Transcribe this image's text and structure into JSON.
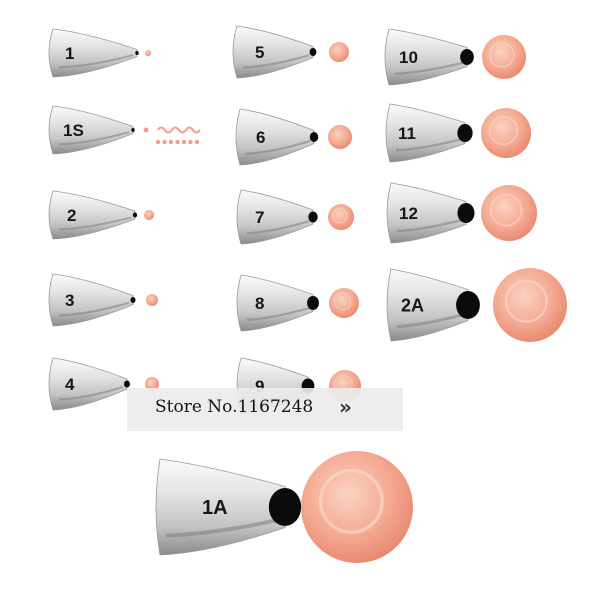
{
  "colors": {
    "metal_light": "#f2f2f2",
    "metal_mid": "#c9c9c9",
    "metal_dark": "#8c8c8c",
    "frosting_light": "#f9c7b4",
    "frosting_dark": "#ec9079",
    "opening": "#0b0b0b",
    "banner_bg": "#ececec"
  },
  "tips": [
    {
      "label": "1",
      "dot": "sm"
    },
    {
      "label": "1S",
      "dot": "squiggle"
    },
    {
      "label": "2",
      "dot": "sm"
    },
    {
      "label": "3",
      "dot": "sm"
    },
    {
      "label": "4",
      "dot": "sm"
    },
    {
      "label": "5",
      "dot": "md"
    },
    {
      "label": "6",
      "dot": "md"
    },
    {
      "label": "7",
      "dot": "md"
    },
    {
      "label": "8",
      "dot": "md"
    },
    {
      "label": "9",
      "dot": "md"
    },
    {
      "label": "10",
      "dot": "lg"
    },
    {
      "label": "11",
      "dot": "lg"
    },
    {
      "label": "12",
      "dot": "lg"
    },
    {
      "label": "2A",
      "dot": "xl"
    },
    {
      "label": "1A",
      "dot": "xxl"
    }
  ],
  "watermark": {
    "text": "Store No.1167248",
    "arrow_icon": "double-arrow-right-icon"
  }
}
